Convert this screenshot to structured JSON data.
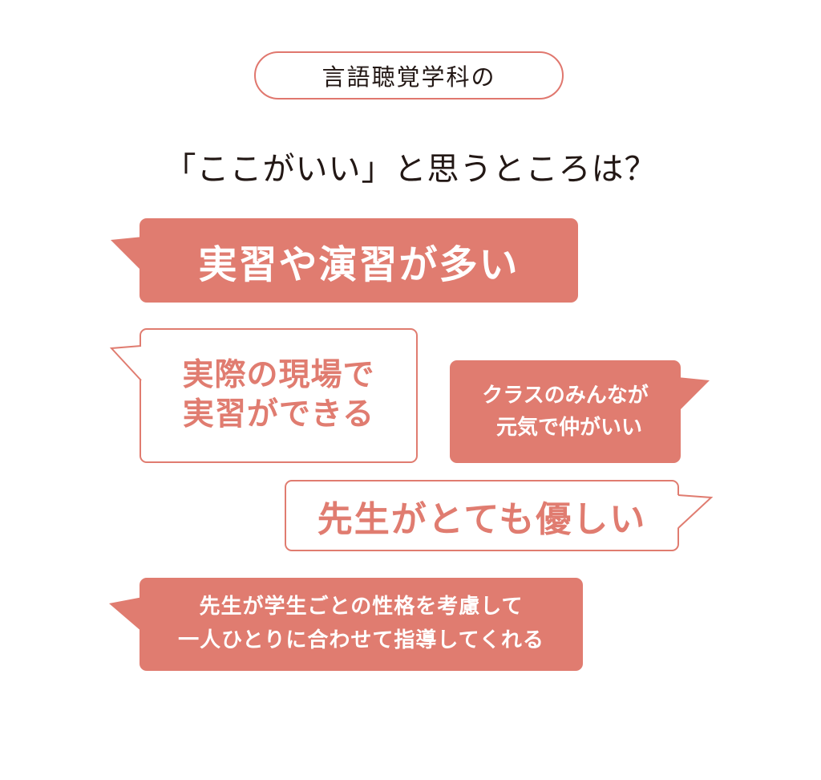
{
  "header": {
    "pill_label": "言語聴覚学科の",
    "question": "「ここがいい」と思うところは？"
  },
  "bubbles": {
    "practice_many": "実習や演習が多い",
    "onsite_line1": "実際の現場で",
    "onsite_line2": "実習ができる",
    "class_line1": "クラスのみんなが",
    "class_line2": "元気で仲がいい",
    "teachers_kind": "先生がとても優しい",
    "guidance_line1": "先生が学生ごとの性格を考慮して",
    "guidance_line2": "一人ひとりに合わせて指導してくれる"
  },
  "colors": {
    "accent": "#e07c70",
    "text": "#231815"
  }
}
